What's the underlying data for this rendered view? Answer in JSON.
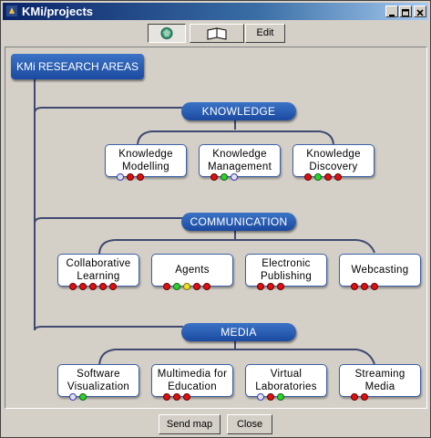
{
  "window": {
    "title": "KMi/projects"
  },
  "toolbar": {
    "edit_label": "Edit"
  },
  "map": {
    "root": "KMi RESEARCH AREAS",
    "categories": [
      {
        "label": "KNOWLEDGE",
        "nodes": [
          {
            "label": "Knowledge\nModelling",
            "dots": [
              "grey",
              "red",
              "red"
            ]
          },
          {
            "label": "Knowledge\nManagement",
            "dots": [
              "red",
              "green",
              "grey"
            ]
          },
          {
            "label": "Knowledge\nDiscovery",
            "dots": [
              "red",
              "green",
              "red",
              "red"
            ]
          }
        ]
      },
      {
        "label": "COMMUNICATION",
        "nodes": [
          {
            "label": "Collaborative\nLearning",
            "dots": [
              "red",
              "red",
              "red",
              "red",
              "red"
            ]
          },
          {
            "label": "Agents",
            "dots": [
              "red",
              "green",
              "yellow",
              "red",
              "red"
            ]
          },
          {
            "label": "Electronic\nPublishing",
            "dots": [
              "red",
              "red",
              "red"
            ]
          },
          {
            "label": "Webcasting",
            "dots": [
              "red",
              "red",
              "red"
            ]
          }
        ]
      },
      {
        "label": "MEDIA",
        "nodes": [
          {
            "label": "Software\nVisualization",
            "dots": [
              "grey",
              "green"
            ]
          },
          {
            "label": "Multimedia for\nEducation",
            "dots": [
              "red",
              "red",
              "red"
            ]
          },
          {
            "label": "Virtual\nLaboratories",
            "dots": [
              "grey",
              "red",
              "green"
            ]
          },
          {
            "label": "Streaming\nMedia",
            "dots": [
              "red",
              "red"
            ]
          }
        ]
      }
    ]
  },
  "footer": {
    "send_label": "Send map",
    "close_label": "Close"
  }
}
